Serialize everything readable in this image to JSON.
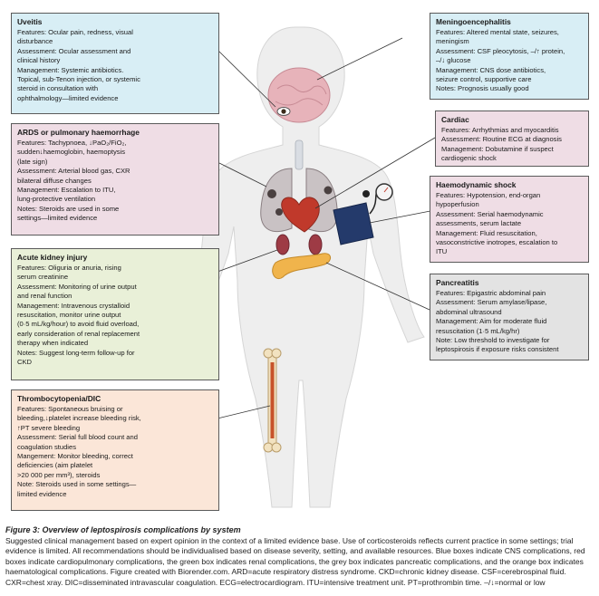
{
  "boxes": {
    "uveitis": {
      "title": "Uveitis",
      "lines": [
        "Features: Ocular pain, redness, visual",
        "disturbance",
        "Assessment: Ocular assessment and",
        "clinical history",
        "Management: Systemic antibiotics.",
        "Topical, sub-Tenon injection, or systemic",
        "steroid in consultation with",
        "ophthalmology—limited evidence"
      ]
    },
    "ards": {
      "title": "ARDS or pulmonary haemorrhage",
      "lines": [
        "Features: Tachypnoea, ↓PaO₂/FiO₂,",
        "sudden↓haemoglobin, haemoptysis",
        "(late sign)",
        "Assessment: Arterial blood gas, CXR",
        "bilateral diffuse changes",
        "Management: Escalation to ITU,",
        "lung-protective ventilation",
        "Notes: Steroids are used in some",
        "settings—limited evidence"
      ]
    },
    "aki": {
      "title": "Acute kidney injury",
      "lines": [
        "Features: Oliguria or anuria, rising",
        "serum creatinine",
        "Assessment: Monitoring of urine output",
        "and renal function",
        "Management: Intravenous crystalloid",
        "resuscitation, monitor urine output",
        "(0·5 mL/kg/hour) to avoid fluid overload,",
        "early consideration of renal replacement",
        "therapy when indicated",
        "Notes: Suggest long-term follow-up for",
        "CKD"
      ]
    },
    "thrombo": {
      "title": "Thrombocytopenia/DIC",
      "lines": [
        "Features: Spontaneous bruising or",
        "bleeding,↓platelet increase bleeding risk,",
        "↑PT severe bleeding",
        "Assessment: Serial full blood count and",
        "coagulation studies",
        "Mangement: Monitor bleeding, correct",
        "deficiencies (aim platelet",
        ">20 000 per mm³), steroids",
        "Note: Steroids used in some settings—",
        "limited evidence"
      ]
    },
    "mening": {
      "title": "Meningoencephalitis",
      "lines": [
        "Features: Altered mental state, seizures,",
        "meningism",
        "Assessment: CSF pleocytosis, –/↑ protein,",
        "–/↓ glucose",
        "Management: CNS dose antibiotics,",
        "seizure control, supportive care",
        "Notes: Prognosis usually good"
      ]
    },
    "cardiac": {
      "title": "Cardiac",
      "lines": [
        "Features: Arrhythmias and myocarditis",
        "Assessment: Routine ECG at diagnosis",
        "Management: Dobutamine if suspect",
        "cardiogenic shock"
      ]
    },
    "shock": {
      "title": "Haemodynamic shock",
      "lines": [
        "Features: Hypotension, end-organ",
        "hypoperfusion",
        "Assessment: Serial haemodynamic",
        "assessments, serum lactate",
        "Management: Fluid resuscitation,",
        "vasoconstrictive inotropes, escalation to",
        "ITU"
      ]
    },
    "pancreatitis": {
      "title": "Pancreatitis",
      "lines": [
        "Features: Epigastric abdominal pain",
        "Assessment: Serum amylase/lipase,",
        "abdominal ultrasound",
        "Management: Aim for moderate fluid",
        "resuscitation (1·5 mL/kg/hr)",
        "Note: Low threshold to investigate for",
        "leptospirosis if exposure risks consistent"
      ]
    }
  },
  "caption": {
    "title": "Figure 3: Overview of leptospirosis complications by system",
    "text": "Suggested clinical management based on expert opinion in the context of a limited evidence base. Use of corticosteroids reflects current practice in some settings; trial evidence is limited. All recommendations should be individualised based on disease severity, setting, and available resources. Blue boxes indicate CNS complications, red boxes indicate cardiopulmonary complications, the green box indicates renal complications, the grey box indicates pancreatic complications, and the orange box indicates haematological complications. Figure created with Biorender.com. ARD=acute respiratory distress syndrome. CKD=chronic kidney disease. CSF=cerebrospinal fluid. CXR=chest xray. DIC=disseminated intravascular coagulation. ECG=electrocardiogram. ITU=intensive treatment unit. PT=prothrombin time. –/↓=normal or low"
  },
  "colors": {
    "cns": "#d8eef5",
    "cardiopulmonary": "#efdde5",
    "renal": "#e9f0d8",
    "pancreatic": "#e3e3e3",
    "haematological": "#fbe6d8"
  },
  "icons": [
    "body-silhouette",
    "brain-icon",
    "lungs-icon",
    "heart-icon",
    "kidneys-icon",
    "pancreas-icon",
    "femur-bone-icon",
    "blood-pressure-cuff-icon",
    "eye-icon"
  ]
}
